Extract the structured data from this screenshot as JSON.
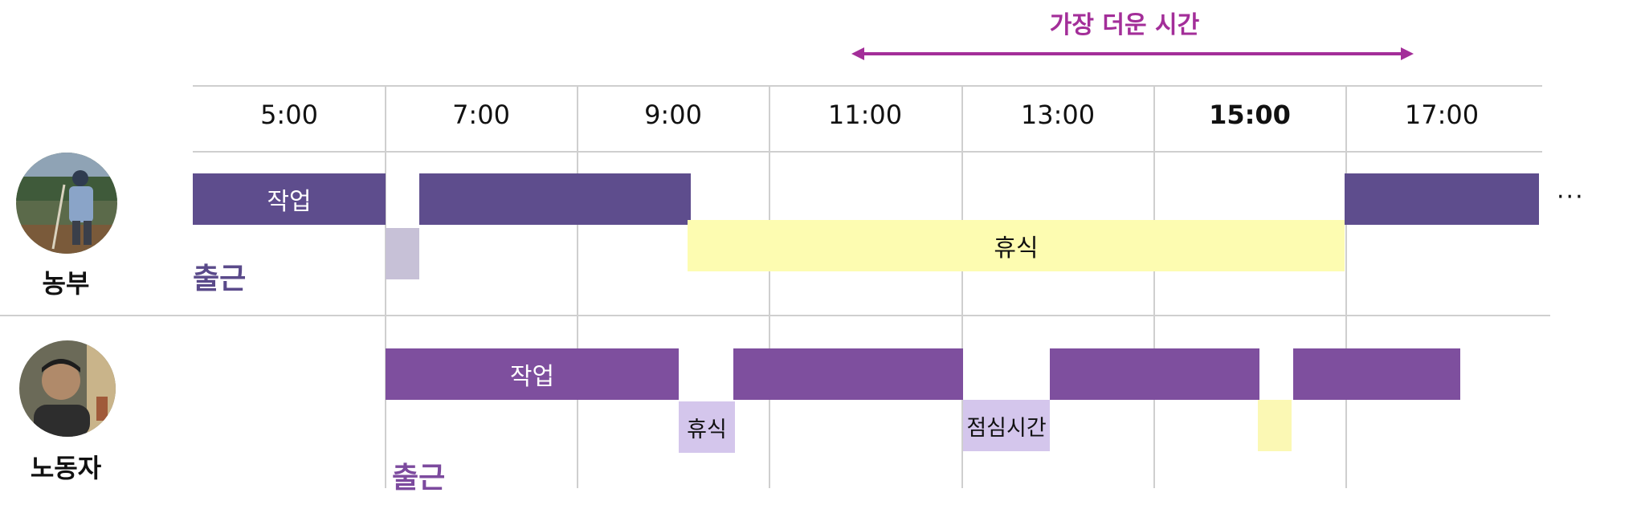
{
  "hot_time": {
    "label": "가장 더운 시간",
    "color": "#a32e99"
  },
  "time_axis": [
    "5:00",
    "7:00",
    "9:00",
    "11:00",
    "13:00",
    "15:00",
    "17:00"
  ],
  "time_axis_bold": "15:00",
  "rows": [
    {
      "name": "농부",
      "avatar": "farmer-photo",
      "start_label": "출근",
      "start_color": "#5a4a8a",
      "bars": [
        {
          "kind": "work",
          "label": "작업",
          "start": "5:00",
          "end": "7:00"
        },
        {
          "kind": "work",
          "label": "",
          "start": "7:20",
          "end": "10:10"
        },
        {
          "kind": "short-rest",
          "label": "",
          "start": "7:00",
          "end": "7:20"
        },
        {
          "kind": "rest",
          "label": "휴식",
          "start": "10:00",
          "end": "16:50"
        },
        {
          "kind": "work",
          "label": "",
          "start": "17:00",
          "end": "19:00"
        }
      ],
      "continues": "···"
    },
    {
      "name": "노동자",
      "avatar": "worker-photo",
      "start_label": "출근",
      "start_color": "#7c4a9e",
      "bars": [
        {
          "kind": "work",
          "label": "작업",
          "start": "7:00",
          "end": "10:00"
        },
        {
          "kind": "rest",
          "label": "휴식",
          "start": "10:00",
          "end": "10:35"
        },
        {
          "kind": "work",
          "label": "",
          "start": "10:35",
          "end": "13:00"
        },
        {
          "kind": "rest",
          "label": "점심시간",
          "start": "13:00",
          "end": "13:55"
        },
        {
          "kind": "work",
          "label": "",
          "start": "13:55",
          "end": "16:05"
        },
        {
          "kind": "short-rest",
          "label": "",
          "start": "16:05",
          "end": "16:25"
        },
        {
          "kind": "work",
          "label": "",
          "start": "16:25",
          "end": "18:10"
        }
      ]
    }
  ]
}
